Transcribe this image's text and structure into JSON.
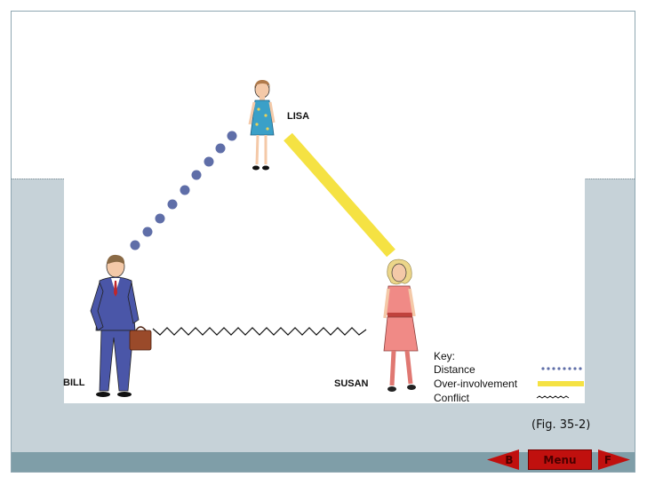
{
  "people": {
    "lisa": "LISA",
    "bill": "BILL",
    "susan": "SUSAN"
  },
  "key": {
    "title": "Key:",
    "items": [
      {
        "label": "Distance",
        "style": "dotted",
        "color": "#5f6ea8"
      },
      {
        "label": "Over-involvement",
        "style": "solid",
        "color": "#f5e243"
      },
      {
        "label": "Conflict",
        "style": "zigzag",
        "color": "#111111"
      }
    ]
  },
  "caption": "(Fig. 35-2)",
  "nav": {
    "back": "B",
    "menu": "Menu",
    "forward": "F"
  },
  "colors": {
    "band": "#c6d2d8",
    "footer": "#7f9ea8",
    "nav_button": "#c0100e",
    "distance_dots": "#5f6ea8",
    "over_involvement": "#f5e243",
    "bill_suit": "#4a56a8",
    "lisa_dress": "#3aa0c8",
    "susan_dress": "#f08a86"
  }
}
